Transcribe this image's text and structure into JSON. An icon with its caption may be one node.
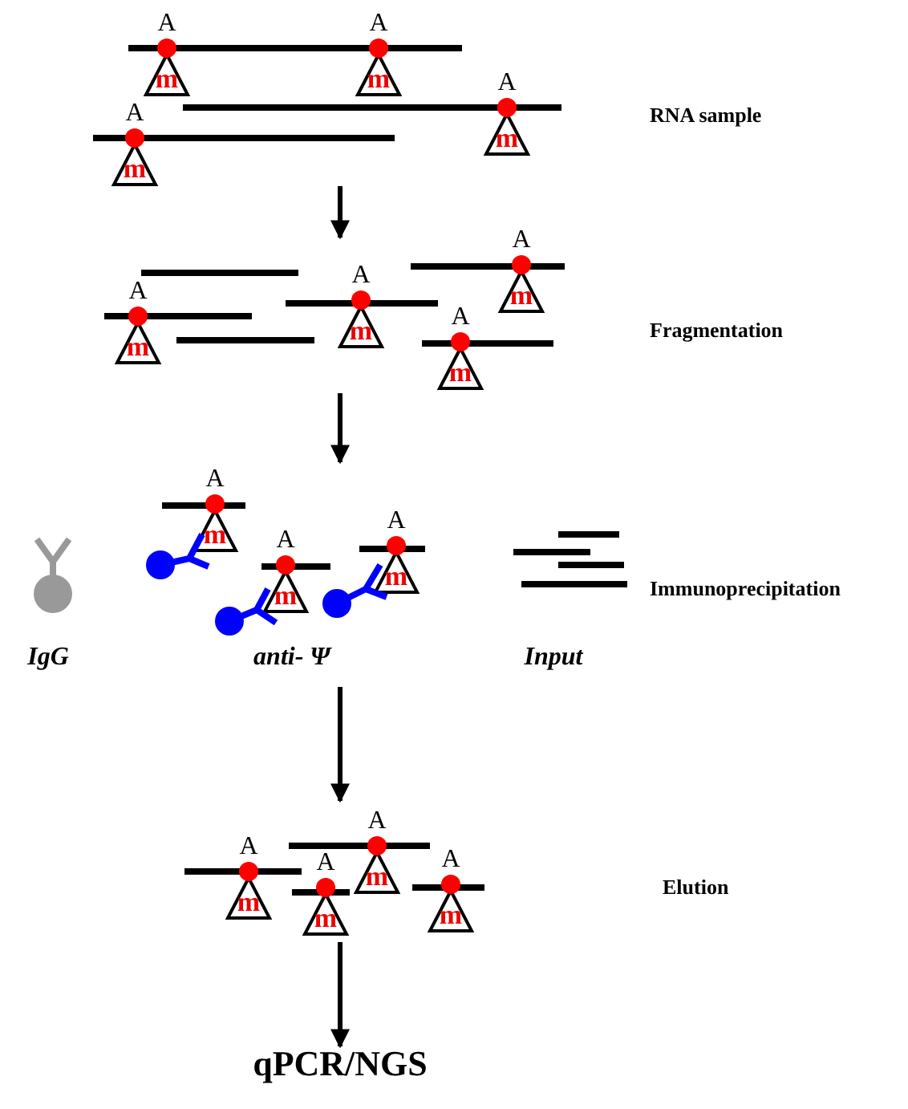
{
  "diagram": {
    "nodes": [
      {
        "text": [],
        "shape": "picture"
      },
      {
        "text": [],
        "shape": "picture"
      },
      {
        "text": [],
        "shape": "picture"
      },
      {
        "text": [],
        "shape": "picture"
      },
      {
        "text": [
          "qPCR/NGS"
        ]
      }
    ],
    "edges": [
      {
        "from": 0,
        "to": 1,
        "arrow": "to"
      },
      {
        "from": 1,
        "to": 2,
        "arrow": "to"
      },
      {
        "from": 2,
        "to": 3,
        "arrow": "to"
      },
      {
        "from": 3,
        "to": 4,
        "arrow": "to"
      }
    ],
    "labels": [
      "A",
      "m",
      "A",
      "m",
      "A",
      "m",
      "A",
      "m",
      "RNA sample",
      "A",
      "m",
      "A",
      "m",
      "A",
      "m",
      "A",
      "m",
      "Fragmentation",
      "A",
      "m",
      "A",
      "m",
      "A",
      "m",
      "Immunoprecipitation",
      "IgG",
      "anti- Ψ",
      "Input",
      "A",
      "m",
      "A",
      "m",
      "A",
      "m",
      "A",
      "m",
      "Elution"
    ]
  }
}
